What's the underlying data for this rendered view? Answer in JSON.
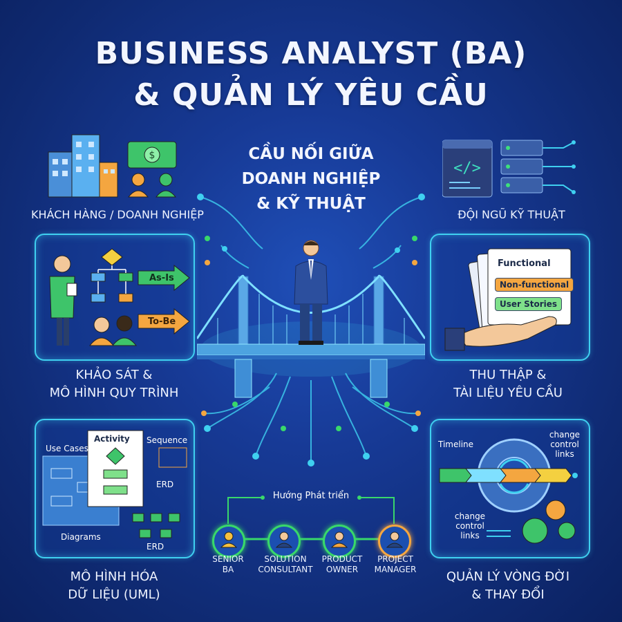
{
  "title": {
    "line1": "BUSINESS ANALYST (BA)",
    "line2": "& QUẢN LÝ YÊU CẦU"
  },
  "center": {
    "line1": "CẦU NỐI GIỮA",
    "line2": "DOANH NGHIỆP",
    "line3": "& KỸ THUẬT"
  },
  "top_left": {
    "label": "KHÁCH HÀNG / DOANH NGHIỆP"
  },
  "top_right": {
    "label": "ĐỘI NGŨ KỸ THUẬT"
  },
  "survey": {
    "label1": "KHẢO SÁT &",
    "label2": "MÔ HÌNH QUY TRÌNH",
    "as_is": "As-Is",
    "to_be": "To-Be"
  },
  "requirements": {
    "label1": "THU THẬP &",
    "label2": "TÀI LIỆU YÊU CẦU",
    "functional": "Functional",
    "non_functional": "Non-functional",
    "user_stories": "User Stories"
  },
  "uml": {
    "label1": "MÔ HÌNH HÓA",
    "label2": "DỮ LIỆU (UML)",
    "use_cases": "Use Cases",
    "activity": "Activity",
    "sequence": "Sequence",
    "erd_top": "ERD",
    "erd_bottom": "ERD",
    "diagrams": "Diagrams"
  },
  "lifecycle": {
    "label1": "QUẢN LÝ VÒNG ĐỜI",
    "label2": "& THAY ĐỔI",
    "timeline": "Timeline",
    "ccl_top": "change\ncontrol\nlinks",
    "ccl_bottom": "change\ncontrol\nlinks"
  },
  "career": {
    "title": "Hướng Phát triển",
    "roles": [
      {
        "line1": "SENIOR",
        "line2": "BA"
      },
      {
        "line1": "SOLUTION",
        "line2": "CONSULTANT"
      },
      {
        "line1": "PRODUCT",
        "line2": "OWNER"
      },
      {
        "line1": "PROJECT",
        "line2": "MANAGER"
      }
    ]
  },
  "colors": {
    "accent": "#3fd0f0",
    "green": "#39d86a",
    "orange": "#f4a640",
    "bg": "#173a96"
  }
}
